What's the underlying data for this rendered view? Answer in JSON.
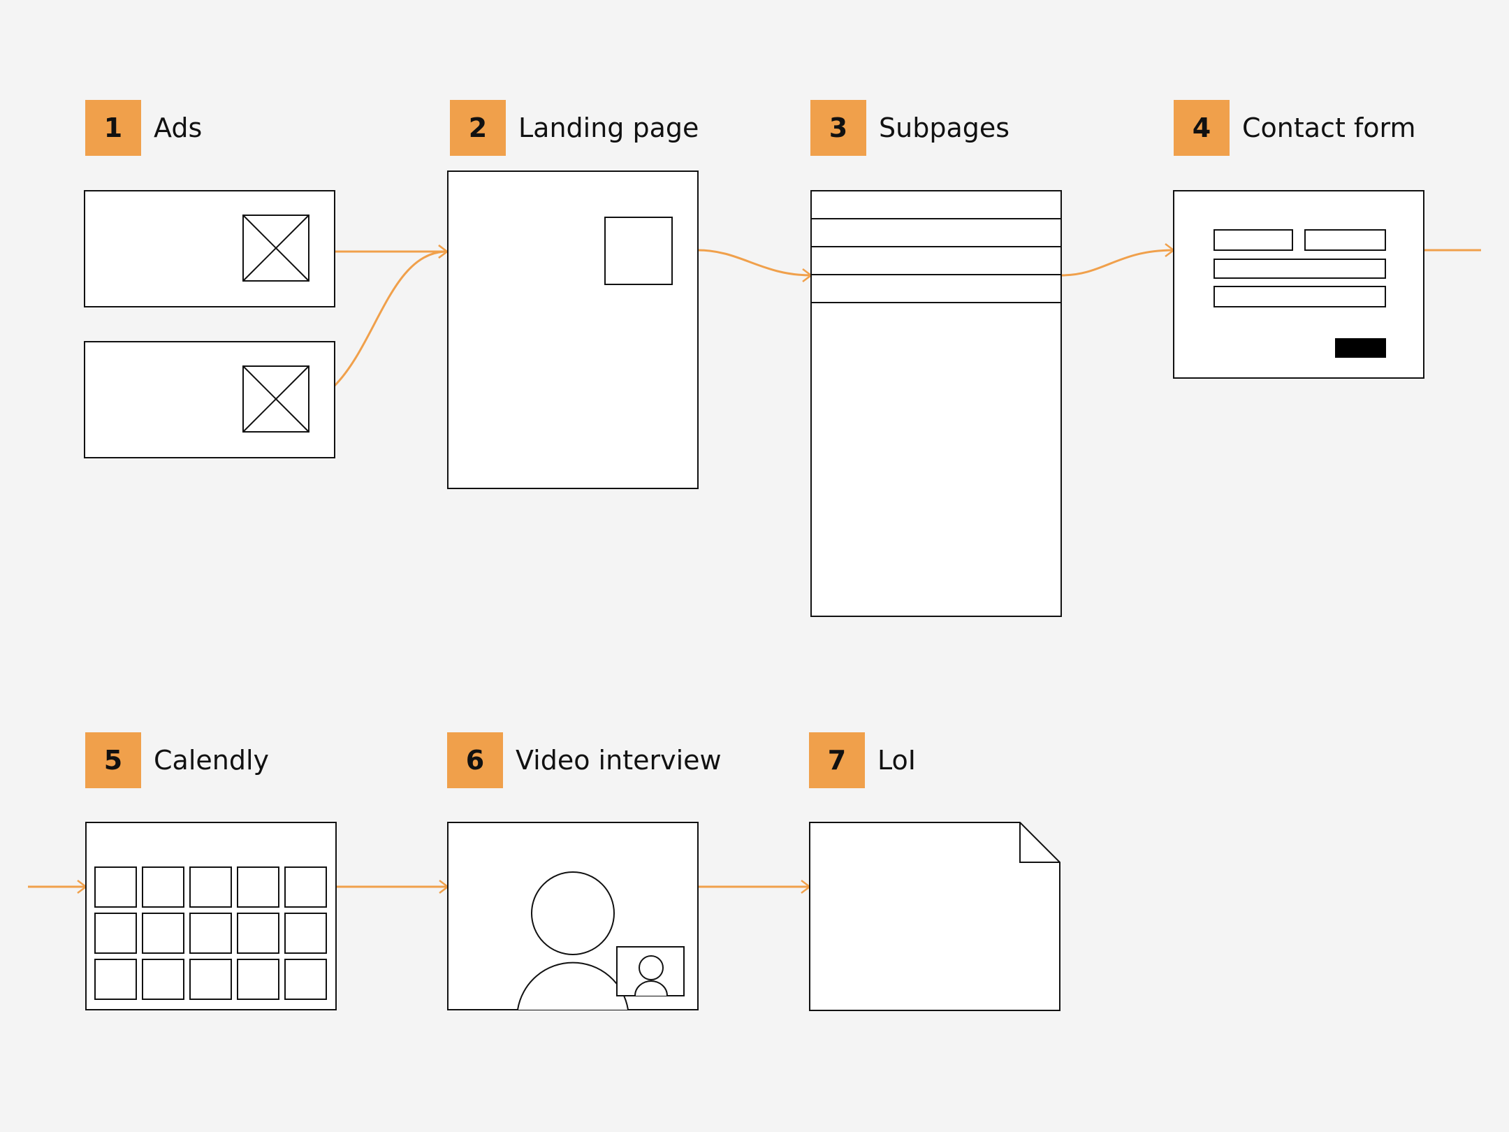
{
  "steps": [
    {
      "number": "1",
      "label": "Ads"
    },
    {
      "number": "2",
      "label": "Landing page"
    },
    {
      "number": "3",
      "label": "Subpages"
    },
    {
      "number": "4",
      "label": "Contact form"
    },
    {
      "number": "5",
      "label": "Calendly"
    },
    {
      "number": "6",
      "label": "Video interview"
    },
    {
      "number": "7",
      "label": "LoI"
    }
  ],
  "colors": {
    "accent": "#f0a04b",
    "background": "#f4f4f4",
    "stroke": "#111111",
    "fill": "#ffffff"
  }
}
